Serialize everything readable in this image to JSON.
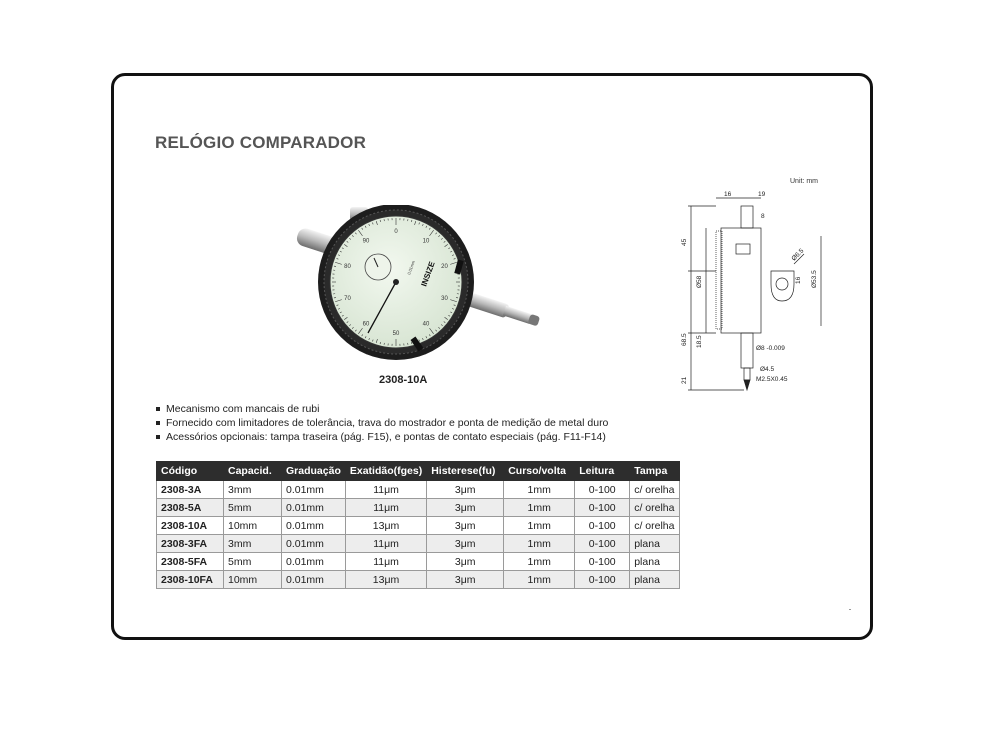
{
  "page": {
    "title": "RELÓGIO COMPARADOR",
    "product_code": "2308-10A",
    "unit_note": "Unit: mm"
  },
  "photo": {
    "brand": "INSIZE",
    "dial_numbers": [
      "0",
      "10",
      "20",
      "30",
      "40",
      "50",
      "60",
      "70",
      "80",
      "90"
    ],
    "small_dial_text": "0.01mm"
  },
  "drawing": {
    "dims": {
      "d16": "16",
      "d19": "19",
      "d8": "8",
      "d45": "45",
      "d58": "Ø58",
      "d65": "Ø6.5",
      "d16b": "16",
      "d535": "Ø53.5",
      "d685": "68.5",
      "d185": "18.5",
      "d8stem": "Ø8 -0.009",
      "d45b": "Ø4.5",
      "d21": "21",
      "thread": "M2.5X0.45"
    }
  },
  "features": [
    "Mecanismo com mancais de rubi",
    "Fornecido com limitadores de tolerância, trava do mostrador e ponta de medição de metal duro",
    "Acessórios opcionais: tampa traseira (pág. F15), e pontas de contato especiais (pág. F11-F14)"
  ],
  "table": {
    "headers": [
      "Código",
      "Capacid.",
      "Graduação",
      "Exatidão(fges)",
      "Histerese(fu)",
      "Curso/volta",
      "Leitura",
      "Tampa"
    ],
    "rows": [
      [
        "2308-3A",
        "3mm",
        "0.01mm",
        "11μm",
        "3μm",
        "1mm",
        "0-100",
        "c/ orelha"
      ],
      [
        "2308-5A",
        "5mm",
        "0.01mm",
        "11μm",
        "3μm",
        "1mm",
        "0-100",
        "c/ orelha"
      ],
      [
        "2308-10A",
        "10mm",
        "0.01mm",
        "13μm",
        "3μm",
        "1mm",
        "0-100",
        "c/ orelha"
      ],
      [
        "2308-3FA",
        "3mm",
        "0.01mm",
        "11μm",
        "3μm",
        "1mm",
        "0-100",
        "plana"
      ],
      [
        "2308-5FA",
        "5mm",
        "0.01mm",
        "11μm",
        "3μm",
        "1mm",
        "0-100",
        "plana"
      ],
      [
        "2308-10FA",
        "10mm",
        "0.01mm",
        "13μm",
        "3μm",
        "1mm",
        "0-100",
        "plana"
      ]
    ]
  },
  "colors": {
    "header_bg": "#2d2d2d",
    "dial_face": "#e3ede0",
    "alt_row": "#ededed"
  }
}
